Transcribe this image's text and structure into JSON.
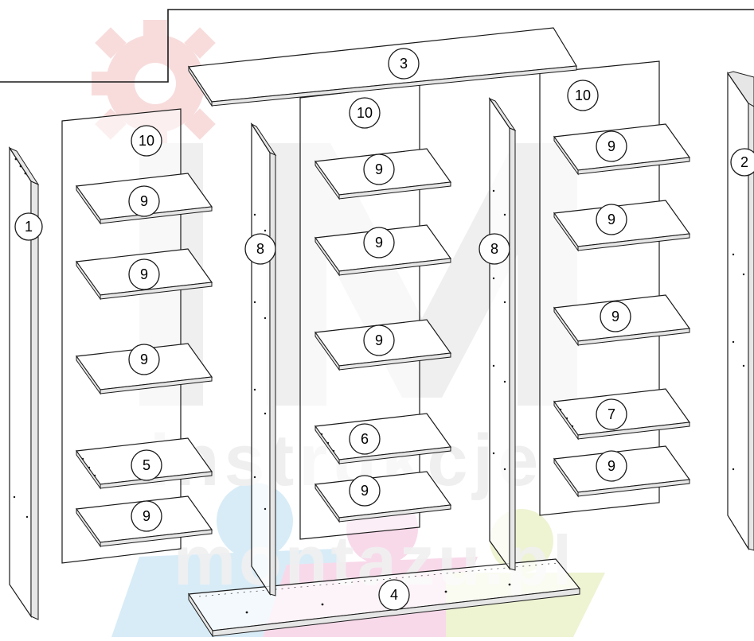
{
  "colors": {
    "line": "#1a1a1a",
    "panel_fill": "#ffffff",
    "shelf_edge": "#e6e6e6",
    "watermark_gear": "#f8dcdc",
    "watermark_blue": "#d8ecf7",
    "watermark_pink": "#f8d9ea",
    "watermark_green": "#eef3d2",
    "watermark_text": "#efefef"
  },
  "watermark": {
    "letters": "IM",
    "word1": "instrukcje",
    "word2": "montazu.pl"
  },
  "labels": {
    "side_left": "1",
    "side_right": "2",
    "top": "3",
    "bottom": "4",
    "shelf_5": "5",
    "shelf_6": "6",
    "shelf_7": "7",
    "divider": "8",
    "shelf": "9",
    "back": "10"
  }
}
